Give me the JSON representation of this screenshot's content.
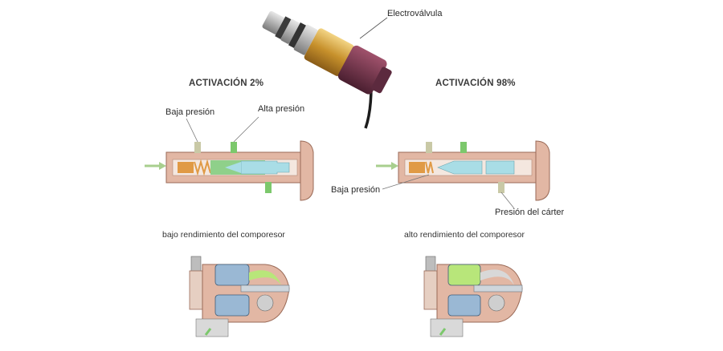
{
  "labels": {
    "solenoid": "Electroválvula",
    "left_title": "ACTIVACIÓN 2%",
    "right_title": "ACTIVACIÓN 98%",
    "low_pressure_left": "Baja presión",
    "high_pressure": "Alta presión",
    "low_pressure_right": "Baja presión",
    "crankcase_pressure": "Presión del cárter",
    "left_caption": "bajo  rendimiento del comporesor",
    "right_caption": "alto rendimiento del comporesor"
  },
  "colors": {
    "valve_body": "#e2b7a4",
    "valve_outline": "#9a6a57",
    "flow_green": "#8fd08a",
    "port_green": "#7cc86c",
    "port_grey": "#c9c9a6",
    "spool_blue": "#a9dde6",
    "spring_orange": "#e09a45",
    "solenoid_brass": "#d8a640",
    "solenoid_purple": "#6b3148",
    "arrow_green": "#a8cf8e"
  },
  "icons": [
    "solenoid-valve-icon",
    "valve-section-icon",
    "compressor-cutaway-icon",
    "flow-arrow-icon"
  ]
}
